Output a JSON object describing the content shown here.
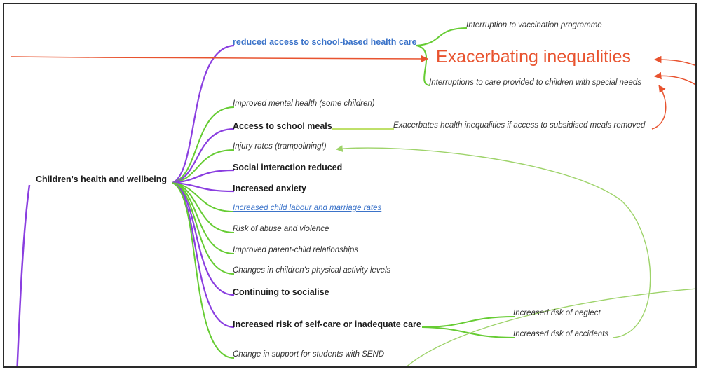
{
  "mindmap": {
    "root": {
      "label": "Children's health and wellbeing"
    },
    "hub": {
      "label": "Exacerbating inequalities",
      "color": "#e8532f"
    },
    "branches": {
      "school_health": {
        "label": "reduced access to school-based health care",
        "style": "bold-link",
        "children": [
          "Interruption to vaccination programme",
          "Interruptions to care provided to children with special needs"
        ]
      },
      "mental_health": {
        "label": "Improved mental health  (some children)",
        "style": "italic"
      },
      "school_meals": {
        "label": "Access to school meals",
        "style": "bold",
        "child": "Exacerbates health inequalities if access to subsidised meals removed"
      },
      "injury": {
        "label": "Injury rates (trampolining!)",
        "style": "italic"
      },
      "social_interaction": {
        "label": "Social interaction reduced",
        "style": "bold"
      },
      "anxiety": {
        "label": "Increased anxiety",
        "style": "bold"
      },
      "child_labour": {
        "label": "Increased child labour and marriage rates",
        "style": "italic-link"
      },
      "abuse": {
        "label": "Risk of abuse and violence",
        "style": "italic"
      },
      "parent_child": {
        "label": "Improved parent-child relationships",
        "style": "italic"
      },
      "physical_activity": {
        "label": "Changes in children's physical activity levels",
        "style": "italic"
      },
      "socialise": {
        "label": "Continuing to socialise",
        "style": "bold"
      },
      "self_care": {
        "label": "Increased risk of self-care or inadequate care",
        "style": "bold",
        "children": [
          "Increased risk of neglect",
          "Increased risk of accidents"
        ]
      },
      "send": {
        "label": "Change in support for students with SEND",
        "style": "italic"
      }
    },
    "colors": {
      "purple_branch": "#8a3ee0",
      "green_branch": "#66cc33",
      "light_green_link": "#9ed36a",
      "red_arrow": "#e8532f"
    }
  }
}
